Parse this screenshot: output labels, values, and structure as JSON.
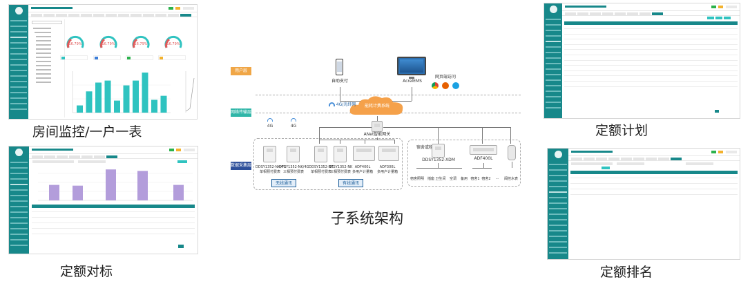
{
  "captions": {
    "room_monitor": "房间监控/一户一表",
    "quota_benchmark": "定额对标",
    "quota_plan": "定额计划",
    "quota_rank": "定额排名",
    "architecture": "子系统架构"
  },
  "diagram": {
    "layers": {
      "user": "用户层",
      "network": "网络传输层",
      "data": "数据采集层"
    },
    "top_nodes": {
      "mobile": "自助支付",
      "pc": "AcrelEMS",
      "browser": "网页端访问"
    },
    "cloud": "能耗计费系统",
    "cloud_link": "4G/光纤网",
    "gateway": "ANet智能网关",
    "signal_label": "4G",
    "meters": [
      {
        "model": "DDSY1352-NK/4G",
        "desc": "单相预付费表"
      },
      {
        "model": "DTSY1352-NK/4G",
        "desc": "三相预付费表"
      },
      {
        "model": "DDSY1352-NK",
        "desc": "单相预付费表"
      },
      {
        "model": "DTSY1352-NK",
        "desc": "三相预付费表"
      },
      {
        "model": "ADF400L",
        "desc": "多用户计量箱"
      },
      {
        "model": "ADF300L",
        "desc": "多用户计量箱"
      }
    ],
    "wireless_tag": "无线通讯",
    "wired_tag": "有线通讯",
    "dorm": {
      "title": "宿舍或租户",
      "meter1": "DDSY1352-XDM",
      "meter2": "ADF400L",
      "loads": [
        "宿舍照明",
        "插座",
        "卫生间",
        "空调",
        "备用",
        "宿舍1",
        "宿舍2",
        "···",
        "阀控水表"
      ]
    }
  },
  "benchmark_chart": {
    "bars": [
      2.1,
      2.0,
      4.2,
      4.0,
      2.1
    ]
  },
  "room_chart": {
    "bars": [
      0.18,
      0.53,
      0.75,
      0.8,
      0.3,
      0.68,
      0.8,
      1.0,
      0.32,
      0.42
    ]
  },
  "gauges": [
    "16.79%",
    "16.79%",
    "16.79%",
    "16.79%"
  ],
  "colors": {
    "sidebar": "#17888a",
    "teal_bar": "#2fc3c0",
    "purple_bar": "#b39ddb",
    "cloud": "#f5a14a"
  }
}
